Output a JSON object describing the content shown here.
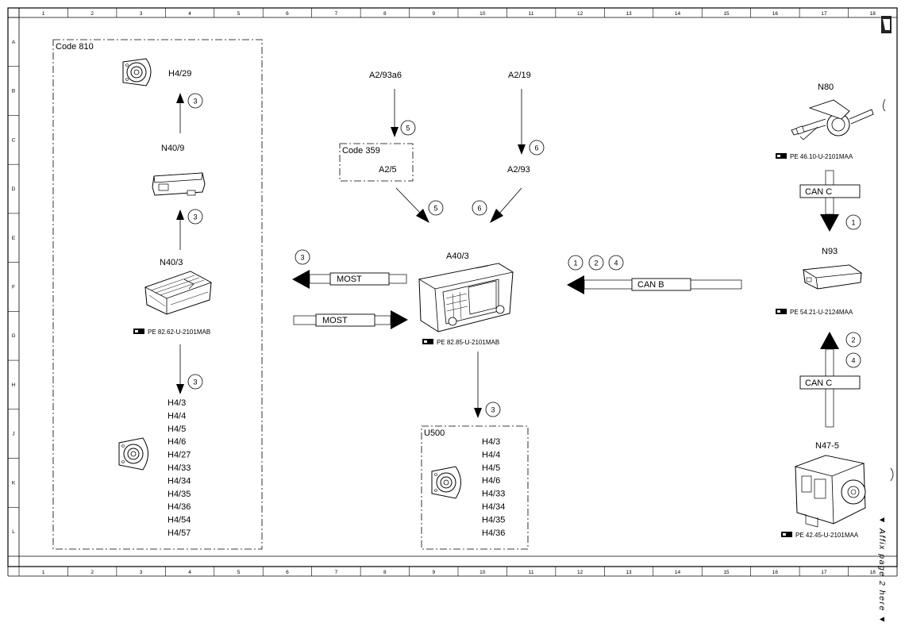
{
  "grid": {
    "columns": [
      "1",
      "2",
      "3",
      "4",
      "5",
      "6",
      "7",
      "8",
      "9",
      "10",
      "11",
      "12",
      "13",
      "14",
      "15",
      "16",
      "17",
      "18"
    ],
    "rows": [
      "A",
      "B",
      "C",
      "D",
      "E",
      "F",
      "G",
      "H",
      "J",
      "K",
      "L"
    ]
  },
  "groups": {
    "code810": "Code 810",
    "code359": "Code 359",
    "u500": "U500"
  },
  "components": {
    "h4_29": "H4/29",
    "n40_9": "N40/9",
    "n40_3": "N40/3",
    "a2_93a6": "A2/93a6",
    "a2_19": "A2/19",
    "a2_5": "A2/5",
    "a2_93": "A2/93",
    "a40_3": "A40/3",
    "n80": "N80",
    "n93": "N93",
    "n47_5": "N47-5"
  },
  "refs": {
    "n40_3": "PE 82.62-U-2101MAB",
    "a40_3": "PE 82.85-U-2101MAB",
    "n80": "PE 46.10-U-2101MAA",
    "n93": "PE 54.21-U-2124MAA",
    "n47_5": "PE 42.45-U-2101MAA"
  },
  "buses": {
    "most_out": "MOST",
    "most_in": "MOST",
    "can_b": "CAN B",
    "can_c_top": "CAN C",
    "can_c_bottom": "CAN C"
  },
  "lists": {
    "left_speakers": [
      "H4/3",
      "H4/4",
      "H4/5",
      "H4/6",
      "H4/27",
      "H4/33",
      "H4/34",
      "H4/35",
      "H4/36",
      "H4/54",
      "H4/57"
    ],
    "u500_speakers": [
      "H4/3",
      "H4/4",
      "H4/5",
      "H4/6",
      "H4/33",
      "H4/34",
      "H4/35",
      "H4/36"
    ]
  },
  "markers": {
    "m_h429": "3",
    "m_n409": "3",
    "m_left_down": "3",
    "m_most": "3",
    "m_a293a6": "5",
    "m_a25": "5",
    "m_a219": "6",
    "m_a293": "6",
    "m_canb_1": "1",
    "m_canb_2": "2",
    "m_canb_4": "4",
    "m_canc_top": "1",
    "m_canc_bot_2": "2",
    "m_canc_bot_4": "4",
    "m_u500": "3"
  },
  "affix": "▼ Affix page 2 here ▼"
}
